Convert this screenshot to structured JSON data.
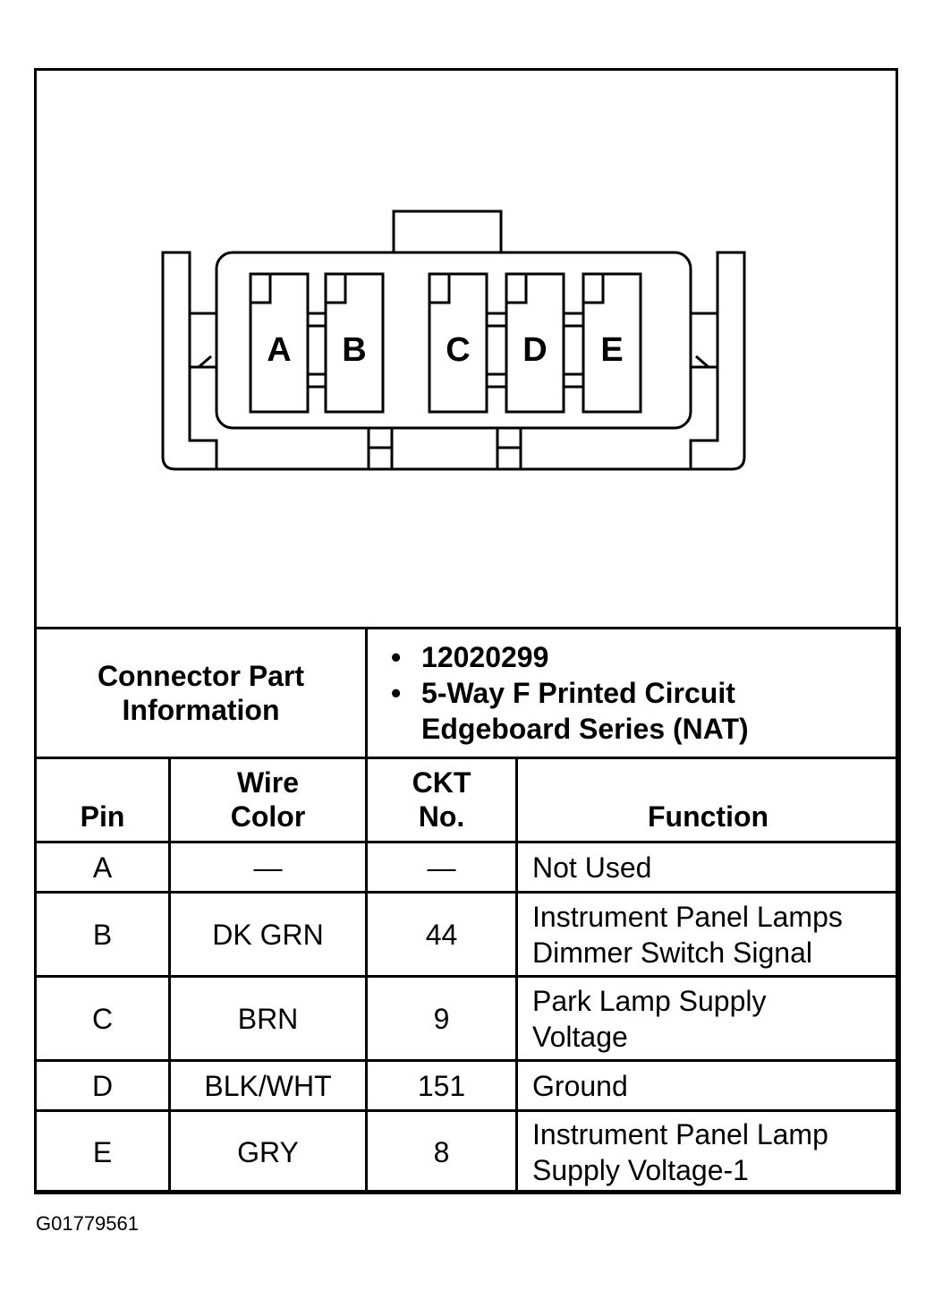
{
  "connector": {
    "pins": [
      "A",
      "B",
      "C",
      "D",
      "E"
    ]
  },
  "part_info": {
    "label_line1": "Connector Part",
    "label_line2": "Information",
    "part_number": "12020299",
    "description_line1": "5-Way F Printed Circuit",
    "description_line2": "Edgeboard Series (NAT)"
  },
  "table": {
    "headers": {
      "pin": "Pin",
      "wire_color_line1": "Wire",
      "wire_color_line2": "Color",
      "ckt_line1": "CKT",
      "ckt_line2": "No.",
      "function": "Function"
    },
    "rows": [
      {
        "pin": "A",
        "wire_color": "—",
        "ckt": "—",
        "function_line1": "Not Used",
        "function_line2": ""
      },
      {
        "pin": "B",
        "wire_color": "DK GRN",
        "ckt": "44",
        "function_line1": "Instrument Panel Lamps",
        "function_line2": "Dimmer Switch Signal"
      },
      {
        "pin": "C",
        "wire_color": "BRN",
        "ckt": "9",
        "function_line1": "Park Lamp Supply",
        "function_line2": "Voltage"
      },
      {
        "pin": "D",
        "wire_color": "BLK/WHT",
        "ckt": "151",
        "function_line1": "Ground",
        "function_line2": ""
      },
      {
        "pin": "E",
        "wire_color": "GRY",
        "ckt": "8",
        "function_line1": "Instrument Panel Lamp",
        "function_line2": "Supply Voltage-1"
      }
    ]
  },
  "caption": "G01779561"
}
